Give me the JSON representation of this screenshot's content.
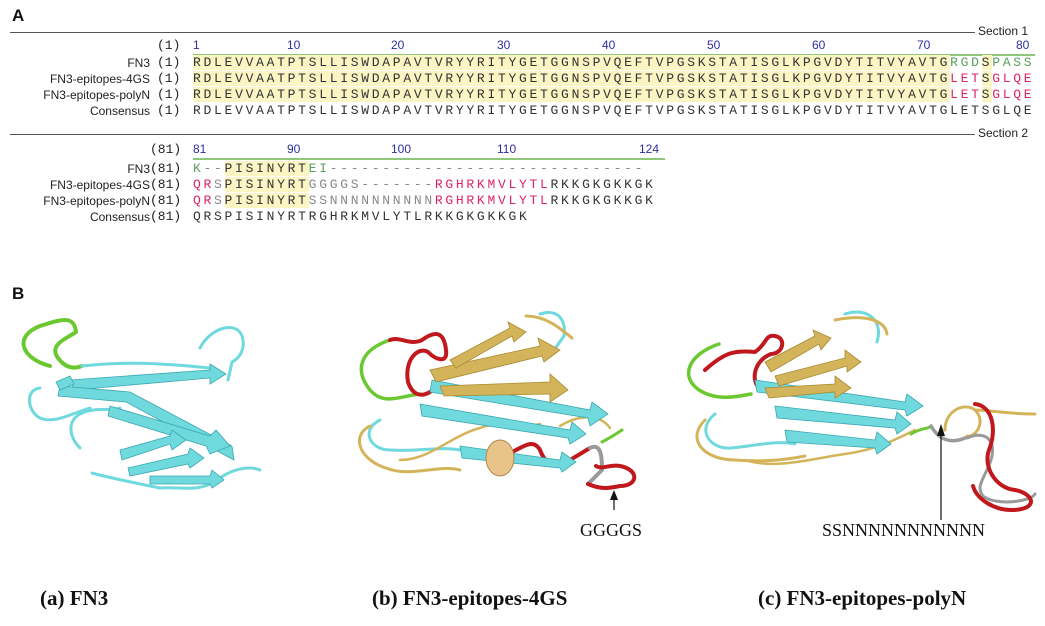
{
  "panel_a": {
    "letter": "A",
    "sections": [
      {
        "label": "Section 1",
        "range_label": "(1)",
        "ruler_ticks": [
          "1",
          "10",
          "20",
          "30",
          "40",
          "50",
          "60",
          "70",
          "80"
        ],
        "rows": [
          {
            "name": "FN3",
            "pos": "(1)",
            "seq": "RDLEVVAATPTSLLISWDAPAVTVRYYRITYGETGGNSPVQEFTVPGSKSTATISGLKPGVDYTITVYAVTGRGDSPASS"
          },
          {
            "name": "FN3-epitopes-4GS",
            "pos": "(1)",
            "seq": "RDLEVVAATPTSLLISWDAPAVTVRYYRITYGETGGNSPVQEFTVPGSKSTATISGLKPGVDYTITVYAVTGLETSGLQE"
          },
          {
            "name": "FN3-epitopes-polyN",
            "pos": "(1)",
            "seq": "RDLEVVAATPTSLLISWDAPAVTVRYYRITYGETGGNSPVQEFTVPGSKSTATISGLKPGVDYTITVYAVTGLETSGLQE"
          },
          {
            "name": "Consensus",
            "pos": "(1)",
            "seq": "RDLEVVAATPTSLLISWDAPAVTVRYYRITYGETGGNSPVQEFTVPGSKSTATISGLKPGVDYTITVYAVTGLETSGLQE"
          }
        ]
      },
      {
        "label": "Section 2",
        "range_label": "(81)",
        "ruler_ticks": [
          "81",
          "90",
          "100",
          "110",
          "124"
        ],
        "rows": [
          {
            "name": "FN3",
            "pos": "(81)",
            "seq": "K--PISINYRTEI------------------------------"
          },
          {
            "name": "FN3-epitopes-4GS",
            "pos": "(81)",
            "seq": "QRSPISINYRTGGGGS-------RGHRKMVLYTLRKKGKGKKGK"
          },
          {
            "name": "FN3-epitopes-polyN",
            "pos": "(81)",
            "seq": "QRSPISINYRTSSNNNNNNNNNNRGHRKMVLYTLRKKGKGKKGK"
          },
          {
            "name": "Consensus",
            "pos": "(81)",
            "seq": "QRSPISINYRT            RGHRKMVLYTLRKKGKGKKGK"
          }
        ]
      }
    ]
  },
  "panel_b": {
    "letter": "B",
    "structures": [
      {
        "caption": "(a) FN3",
        "annotation": ""
      },
      {
        "caption": "(b) FN3-epitopes-4GS",
        "annotation": "GGGGS"
      },
      {
        "caption": "(c) FN3-epitopes-polyN",
        "annotation": "SSNNNNNNNNNNN"
      }
    ]
  },
  "colors": {
    "identical": "#333333",
    "fn3_unique": "#5a9e5a",
    "epitope": "#e0245e",
    "linker": "#888888",
    "highlight": "#fbf5c4",
    "ruler_line": "#8fc77a",
    "ruler_text": "#2e2ea0",
    "ribbon_cyan": "#6fd9de",
    "ribbon_gold": "#d4b45a",
    "loop_red": "#c0181c",
    "loop_green": "#6cc830",
    "loop_grey": "#9a9a9a"
  }
}
